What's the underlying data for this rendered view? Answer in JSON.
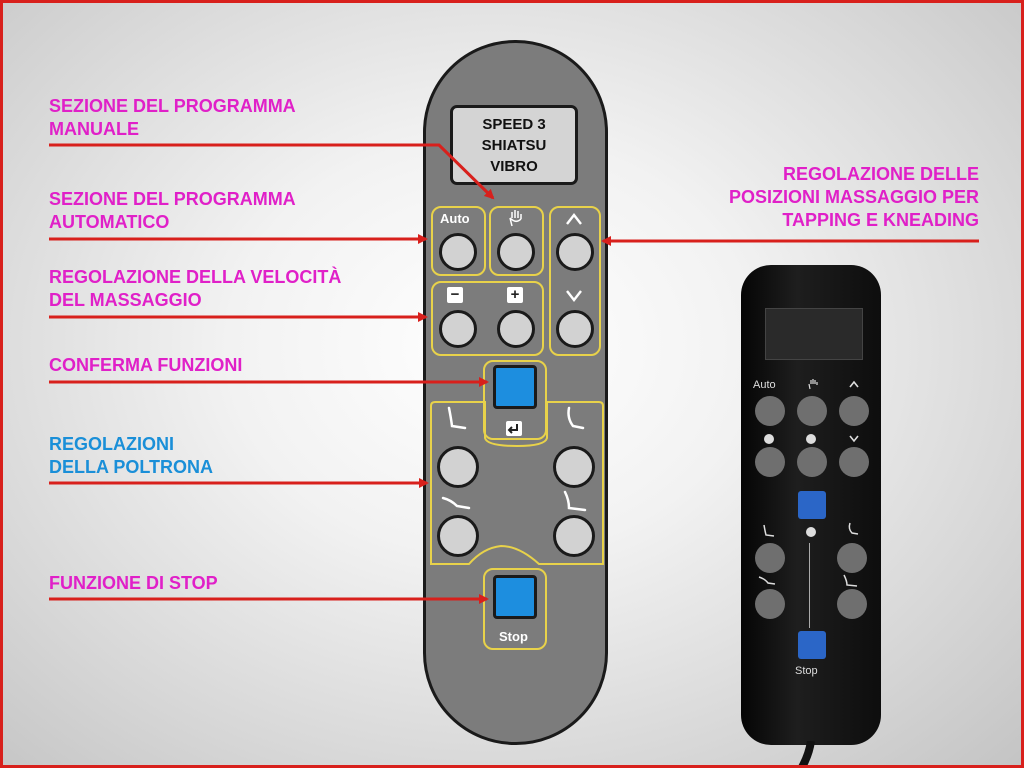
{
  "labels": {
    "manual": [
      "SEZIONE DEL PROGRAMMA",
      "MANUALE"
    ],
    "automatic": [
      "SEZIONE DEL PROGRAMMA",
      "AUTOMATICO"
    ],
    "speed": [
      "REGOLAZIONE DELLA VELOCITÀ",
      "DEL MASSAGGIO"
    ],
    "confirm": [
      "CONFERMA FUNZIONI"
    ],
    "chair": [
      "REGOLAZIONI",
      "DELLA POLTRONA"
    ],
    "stop": [
      "FUNZIONE DI STOP"
    ],
    "positions": [
      "REGOLAZIONE DELLE",
      "POSIZIONI MASSAGGIO PER",
      "TAPPING E KNEADING"
    ]
  },
  "display": [
    "SPEED 3",
    "SHIATSU",
    "VIBRO"
  ],
  "buttons": {
    "auto": "Auto",
    "minus": "−",
    "plus": "+",
    "stop": "Stop"
  },
  "small_remote": {
    "auto": "Auto",
    "stop": "Stop"
  },
  "colors": {
    "label_magenta": "#e020c8",
    "label_blue": "#1a8fd8",
    "arrow_red": "#d8201c",
    "group_outline": "#e8d24a",
    "button_blue": "#1d8edf"
  }
}
